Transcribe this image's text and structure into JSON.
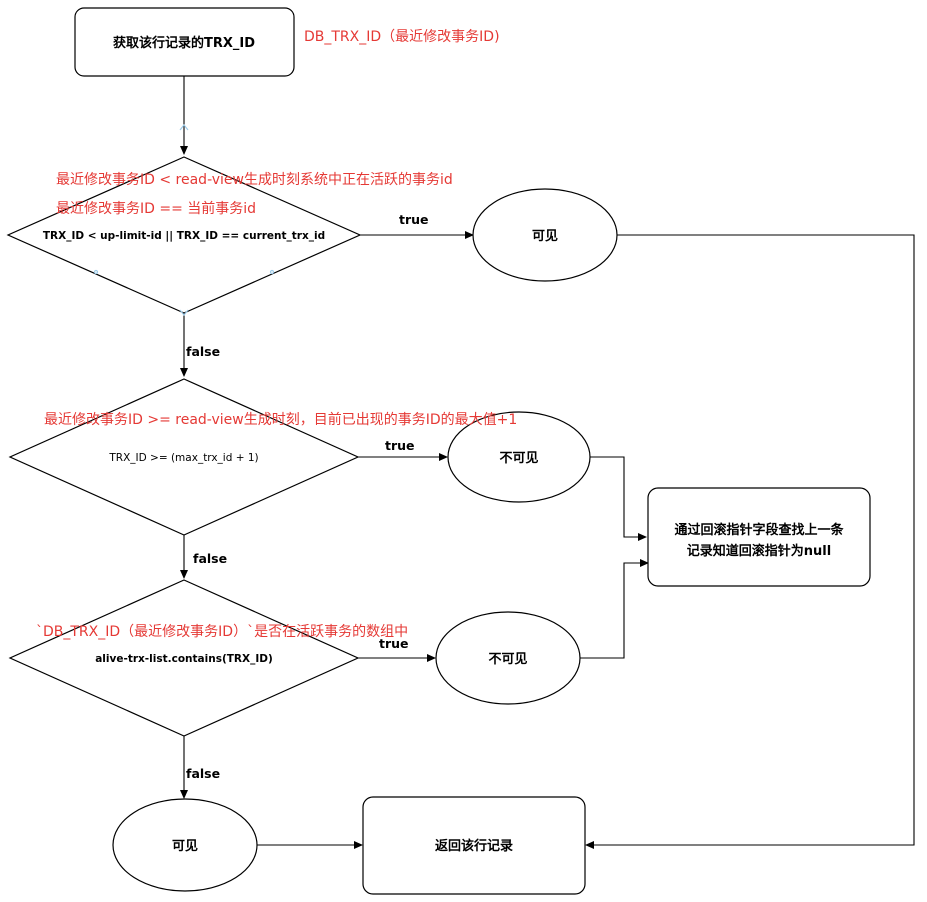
{
  "nodes": {
    "get_trx_id": "获取该行记录的TRX_ID",
    "cond_1": "TRX_ID < up-limit-id || TRX_ID == current_trx_id",
    "visible_1": "可见",
    "cond_2": "TRX_ID >= (max_trx_id + 1)",
    "invisible_1": "不可见",
    "cond_3": "alive-trx-list.contains(TRX_ID)",
    "invisible_2": "不可见",
    "visible_2": "可见",
    "return_row": "返回该行记录",
    "rollback_line1": "通过回滚指针字段查找上一条",
    "rollback_line2": "记录知道回滚指针为null"
  },
  "edge_labels": {
    "true_1": "true",
    "false_1": "false",
    "true_2": "true",
    "false_2": "false",
    "true_3": "true",
    "false_3": "false"
  },
  "annotations": {
    "db_trx_id": "DB_TRX_ID（最近修改事务ID)",
    "cond1_note_line1": "最近修改事务ID < read-view生成时刻系统中正在活跃的事务id",
    "cond1_note_line2": "最近修改事务ID == 当前事务id",
    "cond2_note": "最近修改事务ID  >= read-view生成时刻，目前已出现的事务ID的最大值+1",
    "cond3_note": "`DB_TRX_ID（最近修改事务ID）`是否在活跃事务的数组中"
  },
  "colors": {
    "annotation": "#e53935",
    "stroke": "#000000",
    "selection_handle": "#9ecbe8"
  }
}
